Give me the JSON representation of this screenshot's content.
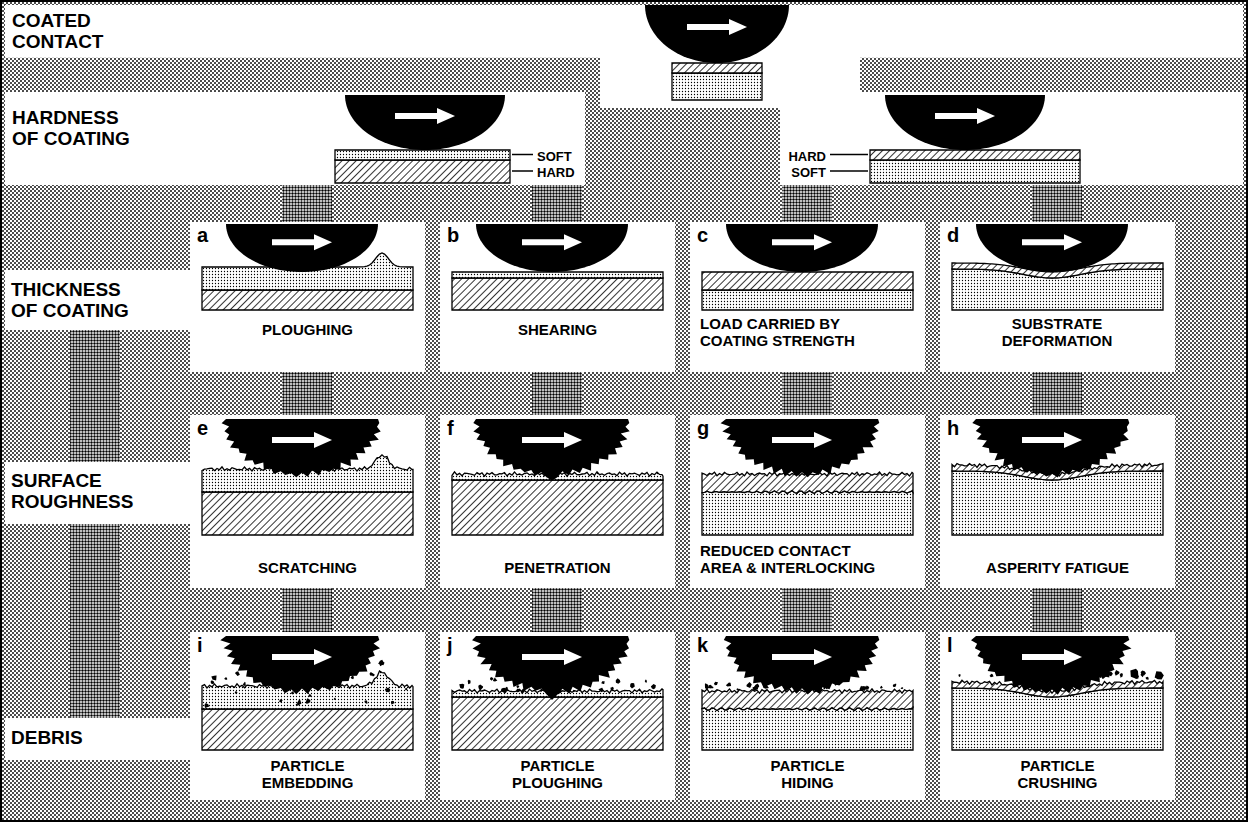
{
  "diagram": {
    "nodes": [
      {
        "text": [
          "COATED CONTACT"
        ]
      },
      {
        "text": [
          "HARDNESS OF COATING"
        ]
      },
      {
        "text": [
          "THICKNESS OF COATING"
        ]
      },
      {
        "text": [
          "a",
          "PLOUGHING"
        ]
      },
      {
        "text": [
          "b",
          "SHEARING"
        ]
      },
      {
        "text": [
          "c",
          "LOAD CARRIED BY COATING STRENGTH"
        ]
      },
      {
        "text": [
          "d",
          "SUBSTRATE DEFORMATION"
        ]
      },
      {
        "text": [
          "SURFACE ROUGHNESS"
        ]
      },
      {
        "text": [
          "e",
          "SCRATCHING"
        ]
      },
      {
        "text": [
          "f",
          "PENETRATION"
        ]
      },
      {
        "text": [
          "g",
          "REDUCED CONTACT AREA & INTERLOCKING"
        ]
      },
      {
        "text": [
          "h",
          "ASPERITY FATIGUE"
        ]
      },
      {
        "text": [
          "DEBRIS"
        ]
      },
      {
        "text": [
          "i",
          "PARTICLE EMBEDDING"
        ]
      },
      {
        "text": [
          "j",
          "PARTICLE PLOUGHING"
        ]
      },
      {
        "text": [
          "k",
          "PARTICLE HIDING"
        ]
      },
      {
        "text": [
          "l",
          "PARTICLE CRUSHING"
        ]
      }
    ],
    "labels": [
      "SOFT",
      "HARD",
      "HARD",
      "SOFT"
    ]
  }
}
